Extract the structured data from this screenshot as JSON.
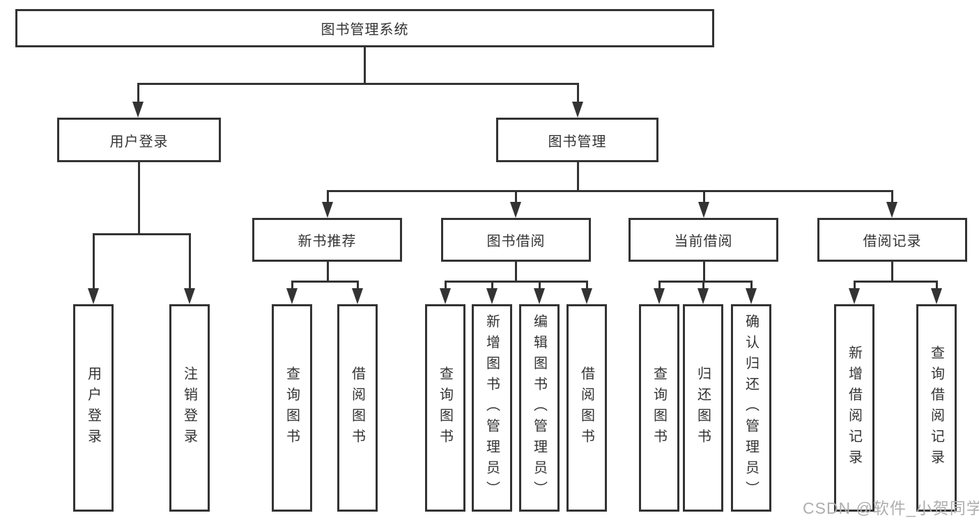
{
  "colors": {
    "line": "#333333",
    "text": "#333333",
    "watermark": "#aeaeae",
    "background": "#ffffff"
  },
  "watermark": "CSDN @软件_小贺同学",
  "diagram": {
    "type": "hierarchy-chart",
    "root": {
      "label": "图书管理系统"
    },
    "level2": [
      {
        "label": "用户登录",
        "children": [
          "用户登录",
          "注销登录"
        ]
      },
      {
        "label": "图书管理",
        "children": [
          "新书推荐",
          "图书借阅",
          "当前借阅",
          "借阅记录"
        ]
      }
    ],
    "level3": [
      {
        "label": "新书推荐",
        "children": [
          "查询图书",
          "借阅图书"
        ]
      },
      {
        "label": "图书借阅",
        "children": [
          "查询图书",
          "新增图书（管理员）",
          "编辑图书（管理员）",
          "借阅图书"
        ]
      },
      {
        "label": "当前借阅",
        "children": [
          "查询图书",
          "归还图书",
          "确认归还（管理员）"
        ]
      },
      {
        "label": "借阅记录",
        "children": [
          "新增借阅记录",
          "查询借阅记录"
        ]
      }
    ],
    "leaves": [
      "用户登录",
      "注销登录",
      "查询图书",
      "借阅图书",
      "查询图书",
      "新增图书（管理员）",
      "编辑图书（管理员）",
      "借阅图书",
      "查询图书",
      "归还图书",
      "确认归还（管理员）",
      "新增借阅记录",
      "查询借阅记录"
    ]
  }
}
